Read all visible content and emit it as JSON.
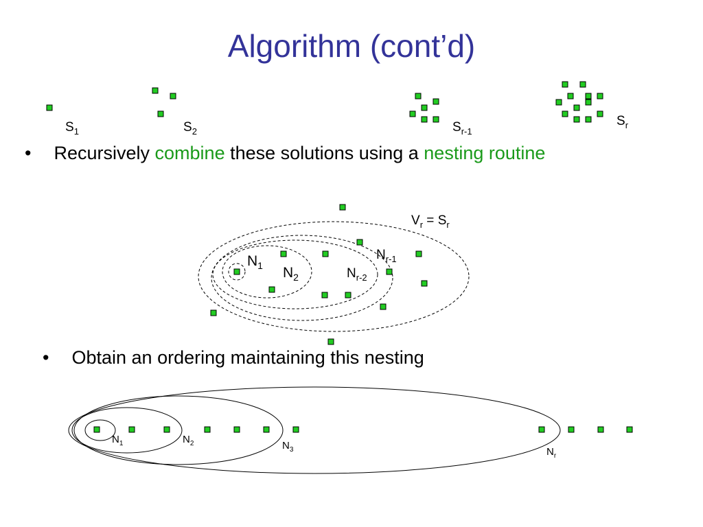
{
  "slide": {
    "title": "Algorithm (cont’d)",
    "bullet1": {
      "marker": "•",
      "text_a": "Recursively ",
      "highlight_a": "combine",
      "text_b": " these solutions using a ",
      "highlight_b": "nesting routine"
    },
    "bullet2": {
      "marker": "•",
      "text": "Obtain an ordering maintaining this nesting"
    },
    "colors": {
      "title": "#333399",
      "highlight": "#1a9a1a",
      "node_fill": "#22cc22",
      "node_stroke": "#000000"
    }
  },
  "diagram": {
    "set_labels": [
      {
        "base": "S",
        "sub": "1"
      },
      {
        "base": "S",
        "sub": "2"
      },
      {
        "base": "S",
        "sub": "r-1"
      },
      {
        "base": "S",
        "sub": "r"
      }
    ],
    "nesting_labels": [
      {
        "base": "N",
        "sub": "1"
      },
      {
        "base": "N",
        "sub": "2"
      },
      {
        "base": "N",
        "sub": "r-2"
      },
      {
        "base": "N",
        "sub": "r-1"
      }
    ],
    "vr_label": {
      "base": "V",
      "sub": "r",
      "eq": " = ",
      "base2": "S",
      "sub2": "r"
    },
    "ordering_labels": [
      {
        "base": "N",
        "sub": "1"
      },
      {
        "base": "N",
        "sub": "2"
      },
      {
        "base": "N",
        "sub": "3"
      },
      {
        "base": "N",
        "sub": "r"
      }
    ]
  }
}
